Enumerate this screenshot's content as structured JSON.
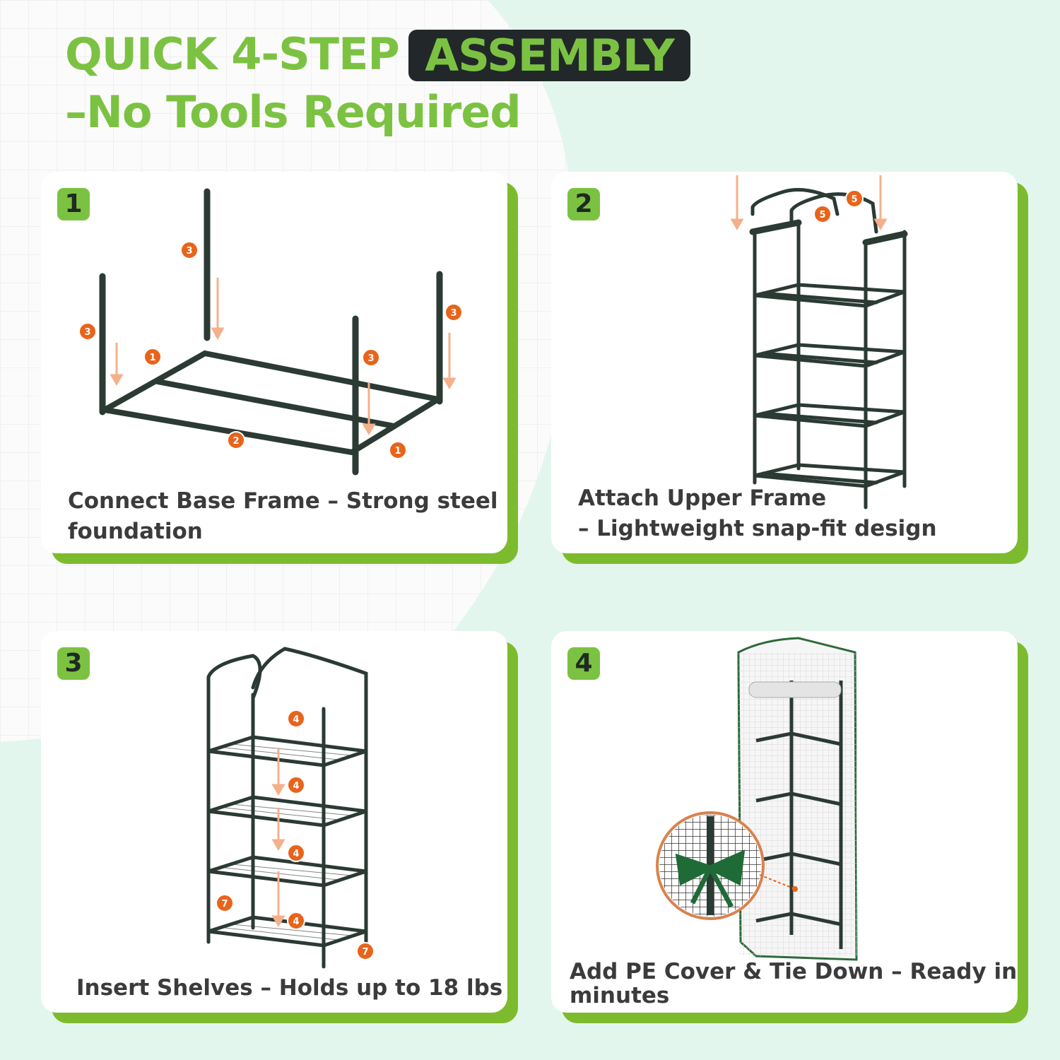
{
  "title": {
    "line1": "QUICK 4-STEP",
    "highlight": "ASSEMBLY",
    "line2": "–No Tools Required"
  },
  "colors": {
    "accent_green": "#7cc242",
    "dark": "#22282a",
    "marker_orange": "#e8641b",
    "mint_bg": "#e3f6ee"
  },
  "steps": [
    {
      "number": "1",
      "caption_line1": "Connect Base Frame – Strong steel",
      "caption_line2": "foundation",
      "markers": [
        "3",
        "3",
        "3",
        "3",
        "1",
        "1",
        "2"
      ]
    },
    {
      "number": "2",
      "caption_line1": "Attach Upper Frame",
      "caption_line2": "– Lightweight snap-fit design",
      "markers": [
        "5",
        "5"
      ]
    },
    {
      "number": "3",
      "caption_line1": "Insert Shelves – Holds up to 18 lbs",
      "markers": [
        "4",
        "4",
        "4",
        "4",
        "7",
        "7"
      ]
    },
    {
      "number": "4",
      "caption_line1": "Add PE Cover & Tie Down – Ready in",
      "caption_line2": "minutes"
    }
  ]
}
